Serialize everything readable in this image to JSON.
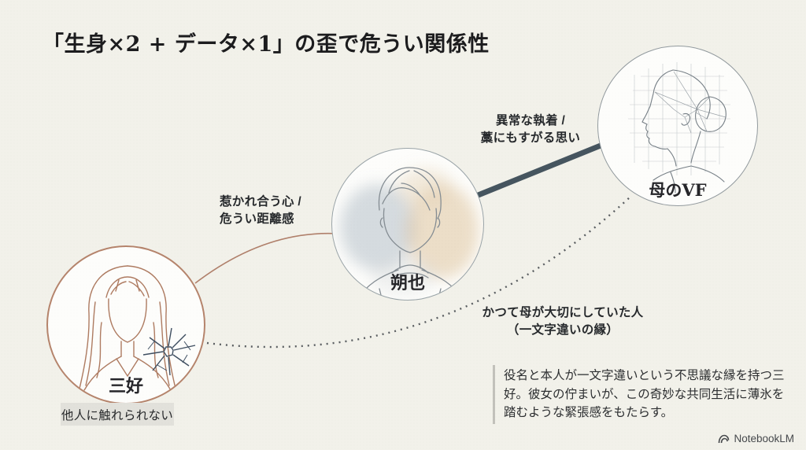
{
  "title": {
    "text": "「生身×2 + データ×1」の歪で危うい関係性"
  },
  "nodes": {
    "miyoshi": {
      "label": "三好",
      "badge": "他人に触れられない",
      "accent_color": "#b5846c",
      "icon": "shattered-glass"
    },
    "sakuya": {
      "label": "朔也"
    },
    "mother_vf": {
      "label": "母のVF"
    }
  },
  "edges": {
    "sakuya_mother": {
      "label": [
        "異常な執着 /",
        "藁にもすがる思い"
      ],
      "style": "solid-thick",
      "color": "#46555f"
    },
    "miyoshi_sakuya": {
      "label": [
        "惹かれ合う心 /",
        "危うい距離感"
      ],
      "style": "solid-thin-arc",
      "color": "#b0806b"
    },
    "miyoshi_mother": {
      "label": [
        "かつて母が大切にしていた人",
        "（一文字違いの縁）"
      ],
      "style": "dotted-arc",
      "color": "#55595c"
    }
  },
  "note": {
    "text": "役名と本人が一文字違いという不思議な縁を持つ三好。彼女の佇まいが、この奇妙な共同生活に薄氷を踏むような緊張感をもたらす。"
  },
  "footer": {
    "brand": "NotebookLM",
    "icon": "notebooklm-swirl"
  },
  "colors": {
    "background": "#f2f1ea",
    "node_fill": "#fdfdfb",
    "badge_bg": "#e2e1db",
    "title_text": "#1c1c1e"
  }
}
